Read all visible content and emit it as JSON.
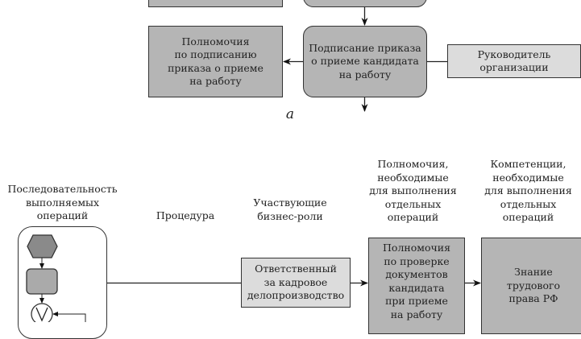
{
  "panel_a": {
    "caption": "а",
    "boxes": {
      "authority": "Полномочия\nпо подписанию\nприказа о приеме\nна работу",
      "operation": "Подписание приказа\nо приеме кандидата\nна работу",
      "role": "Руководитель\nорганизации"
    }
  },
  "panel_b": {
    "headers": {
      "sequence": "Последовательность\nвыполняемых\nопераций",
      "procedure": "Процедура",
      "roles": "Участвующие\nбизнес-роли",
      "authorities": "Полномочия,\nнеобходимые\nдля выполнения\nотдельных\nопераций",
      "competencies": "Компетенции,\nнеобходимые\nдля выполнения\nотдельных\nопераций"
    },
    "boxes": {
      "role": "Ответственный\nза кадровое\nделопроизводство",
      "authority": "Полномочия\nпо проверке\nдокументов\nкандидата\nпри приеме\nна работу",
      "competency": "Знание\nтрудового\nправа РФ"
    },
    "icons": [
      "hexagon-event-icon",
      "process-step-icon",
      "or-gateway-icon"
    ]
  }
}
